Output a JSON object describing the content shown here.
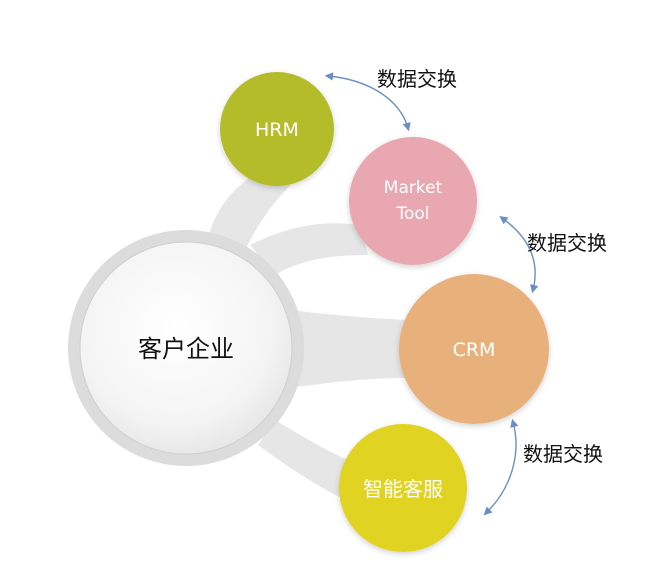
{
  "center": {
    "label": "客户企业"
  },
  "nodes": [
    {
      "id": "hrm",
      "label": "HRM",
      "color": "#b5bc2c"
    },
    {
      "id": "market-tool",
      "label_lines": [
        "Market",
        "Tool"
      ],
      "color": "#e9a7b1"
    },
    {
      "id": "crm",
      "label": "CRM",
      "color": "#e8b17c"
    },
    {
      "id": "service",
      "label": "智能客服",
      "color": "#e0d320"
    }
  ],
  "exchanges": [
    {
      "id": "hrm-market",
      "label": "数据交换"
    },
    {
      "id": "market-crm",
      "label": "数据交换"
    },
    {
      "id": "crm-service",
      "label": "数据交换"
    }
  ],
  "colors": {
    "connector": "#e6e6e6",
    "center_ring": "#d8d8d8",
    "center_fill": "#f6f6f6",
    "arrow": "#6c8ec7",
    "node_text": "#ffffff",
    "center_text": "#111111"
  }
}
